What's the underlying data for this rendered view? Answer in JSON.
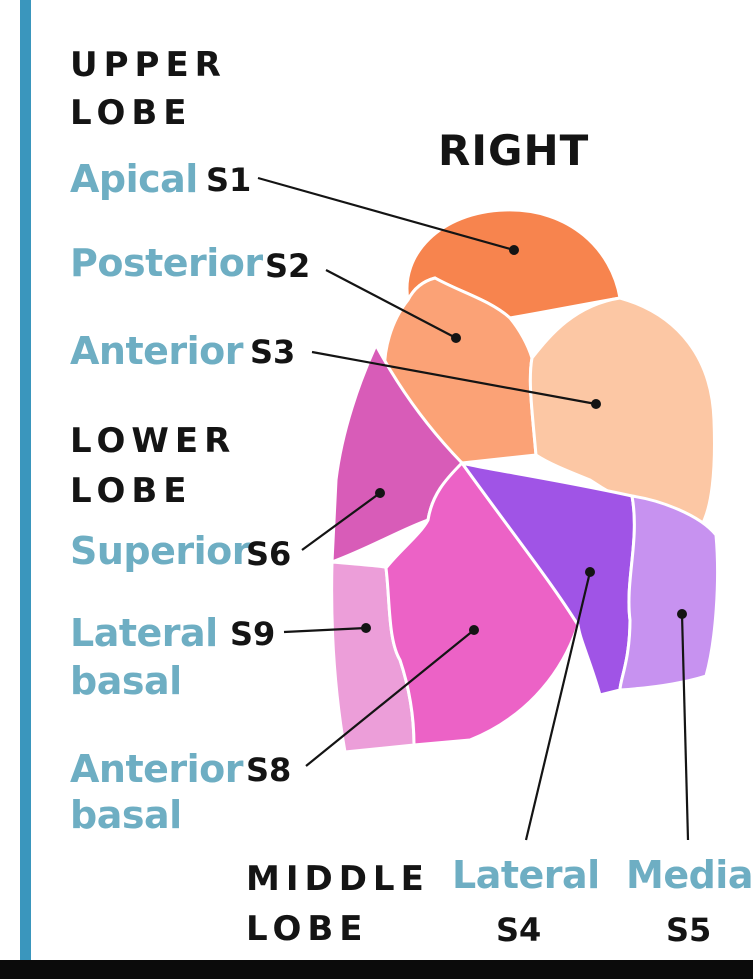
{
  "title": "RIGHT",
  "upper_lobe": {
    "header": [
      "UPPER",
      "LOBE"
    ],
    "segments": [
      {
        "name": "Apical",
        "code": "S1"
      },
      {
        "name": "Posterior",
        "code": "S2"
      },
      {
        "name": "Anterior",
        "code": "S3"
      }
    ]
  },
  "lower_lobe": {
    "header": [
      "LOWER",
      "LOBE"
    ],
    "segments": [
      {
        "name": "Superior",
        "code": "S6"
      },
      {
        "name": "Lateral",
        "name2": "basal",
        "code": "S9"
      },
      {
        "name": "Anterior",
        "name2": "basal",
        "code": "S8"
      }
    ]
  },
  "middle_lobe": {
    "header": [
      "MIDDLE",
      "LOBE"
    ],
    "segments": [
      {
        "name": "Lateral",
        "code": "S4"
      },
      {
        "name": "Media",
        "code": "S5"
      }
    ]
  },
  "colors": {
    "accent_stripe": "#3a96bd",
    "segment_name": "#6eaec3",
    "S1": "#f7844e",
    "S2": "#fba276",
    "S3": "#fcc7a4",
    "S6": "#d85cb8",
    "S9": "#ec9ed9",
    "S8": "#ec62c6",
    "S4": "#a054e6",
    "S5": "#c792f0"
  }
}
